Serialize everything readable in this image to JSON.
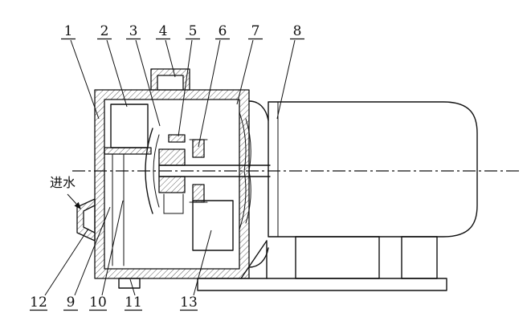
{
  "diagram": {
    "background": "#ffffff",
    "line_color": "#111111",
    "inlet_label": "进水",
    "callouts_top": [
      {
        "label": "1"
      },
      {
        "label": "2"
      },
      {
        "label": "3"
      },
      {
        "label": "4"
      },
      {
        "label": "5"
      },
      {
        "label": "6"
      },
      {
        "label": "7"
      },
      {
        "label": "8"
      }
    ],
    "callouts_bottom": [
      {
        "label": "12"
      },
      {
        "label": "9"
      },
      {
        "label": "10"
      },
      {
        "label": "11"
      },
      {
        "label": "13"
      }
    ]
  }
}
